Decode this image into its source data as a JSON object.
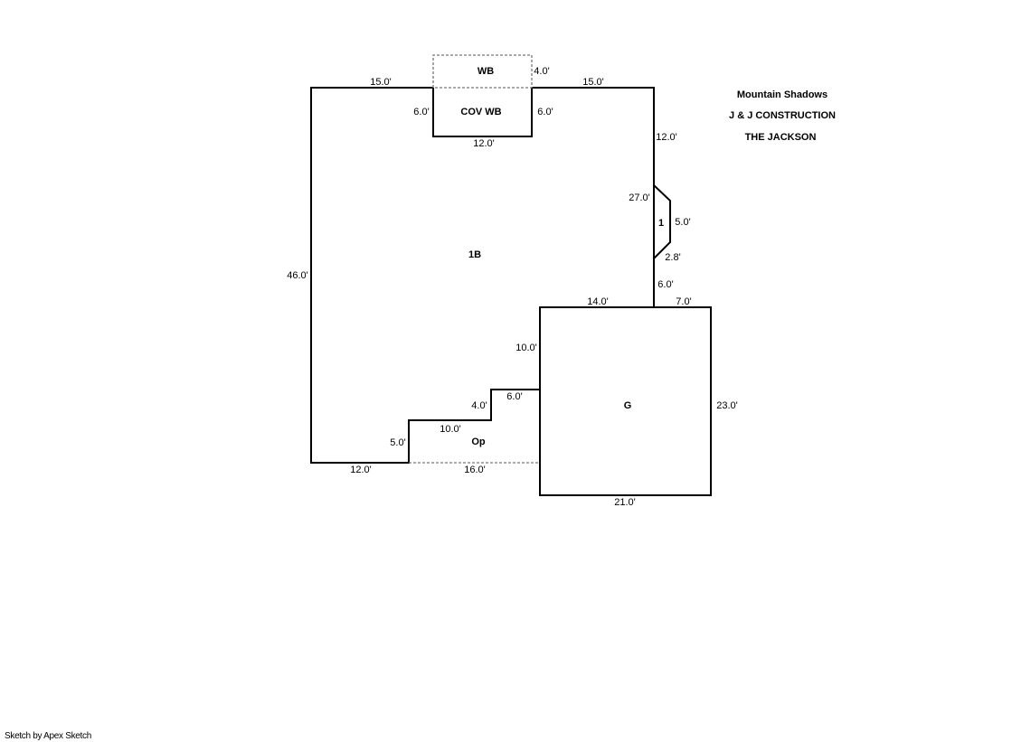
{
  "header": {
    "lines": [
      "Mountain Shadows",
      "J & J CONSTRUCTION",
      "THE JACKSON"
    ]
  },
  "areas": {
    "main": "1B",
    "wb": "WB",
    "cov_wb": "COV WB",
    "bay": "1",
    "garage": "G",
    "porch": "Op"
  },
  "dimensions": {
    "top_left": "15.0'",
    "top_right": "15.0'",
    "wb_side": "4.0'",
    "cov_wb_left": "6.0'",
    "cov_wb_right": "6.0'",
    "cov_wb_bottom": "12.0'",
    "right_upper": "12.0'",
    "bay_wall": "27.0'",
    "bay_front": "5.0'",
    "bay_angle": "2.8'",
    "right_lower": "6.0'",
    "left_wall": "46.0'",
    "garage_top_left": "14.0'",
    "garage_top_right": "7.0'",
    "garage_right": "23.0'",
    "garage_bottom": "21.0'",
    "garage_left_upper": "10.0'",
    "step_top": "6.0'",
    "step_riser": "4.0'",
    "step_mid": "10.0'",
    "step_lower": "5.0'",
    "bottom_left": "12.0'",
    "porch_bottom": "16.0'"
  },
  "footer": "Sketch by Apex Sketch"
}
